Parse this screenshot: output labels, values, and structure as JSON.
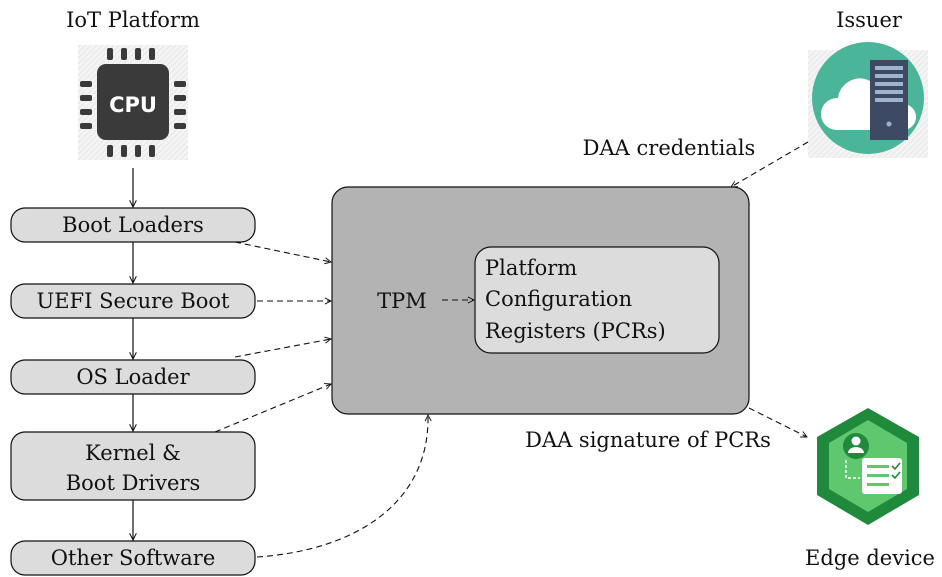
{
  "platform": {
    "title": "IoT Platform",
    "cpu_label": "CPU",
    "icon": "cpu-chip-icon"
  },
  "issuer": {
    "title": "Issuer",
    "icon": "cloud-server-icon"
  },
  "edge": {
    "title": "Edge device",
    "icon": "user-checklist-hexagon-icon"
  },
  "boot_chain": [
    {
      "label": "Boot Loaders"
    },
    {
      "label": "UEFI Secure Boot"
    },
    {
      "label": "OS Loader"
    },
    {
      "label_line1": "Kernel &",
      "label_line2": "Boot Drivers"
    },
    {
      "label": "Other Software"
    }
  ],
  "tpm": {
    "label": "TPM",
    "pcr_line1": "Platform",
    "pcr_line2": "Configuration",
    "pcr_line3": "Registers (PCRs)"
  },
  "edges": {
    "daa_credentials": "DAA credentials",
    "daa_signature": "DAA signature of PCRs"
  },
  "colors": {
    "box_fill": "#dcdcdc",
    "tpm_fill": "#b3b3b3",
    "cloud": "#4bb59a",
    "hex_dark": "#1f8a3c",
    "hex_light": "#5fc86e",
    "cpu_dark": "#3a3a3a"
  }
}
